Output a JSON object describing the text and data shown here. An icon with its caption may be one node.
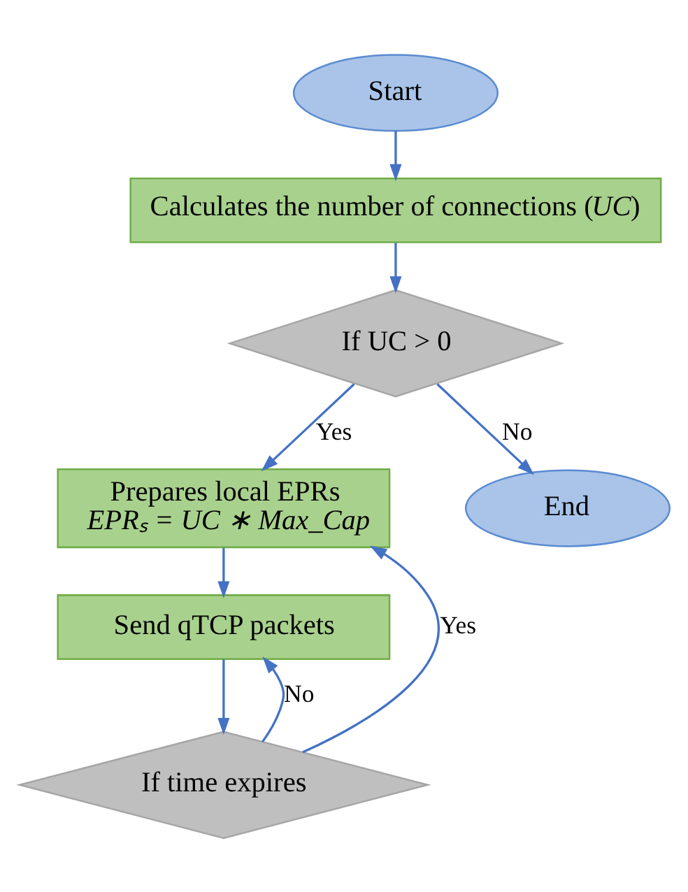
{
  "diagram": {
    "nodes": [
      {
        "text": [
          "Start"
        ]
      },
      {
        "text": [
          "Calculates the number of connections (*UC*)"
        ]
      },
      {
        "text": [
          "If UC > 0"
        ]
      },
      {
        "text": [
          "Prepares local EPRs",
          "*EPRₛ = UC ∗ Max_Cap*"
        ]
      },
      {
        "text": [
          "Send qTCP packets"
        ]
      },
      {
        "text": [
          "If time expires"
        ]
      },
      {
        "text": [
          "End"
        ]
      }
    ],
    "edges": [
      {
        "from": 0,
        "to": 1,
        "arrow": "to"
      },
      {
        "from": 1,
        "to": 2,
        "arrow": "to"
      },
      {
        "from": 2,
        "to": 3,
        "arrow": "to",
        "label": "Yes"
      },
      {
        "from": 2,
        "to": 6,
        "arrow": "to",
        "label": "No"
      },
      {
        "from": 3,
        "to": 4,
        "arrow": "to"
      },
      {
        "from": 4,
        "to": 5,
        "arrow": "to"
      },
      {
        "from": 5,
        "to": 3,
        "arrow": "to",
        "label": "Yes"
      },
      {
        "from": 5,
        "to": 4,
        "arrow": "to",
        "label": "No"
      }
    ]
  }
}
